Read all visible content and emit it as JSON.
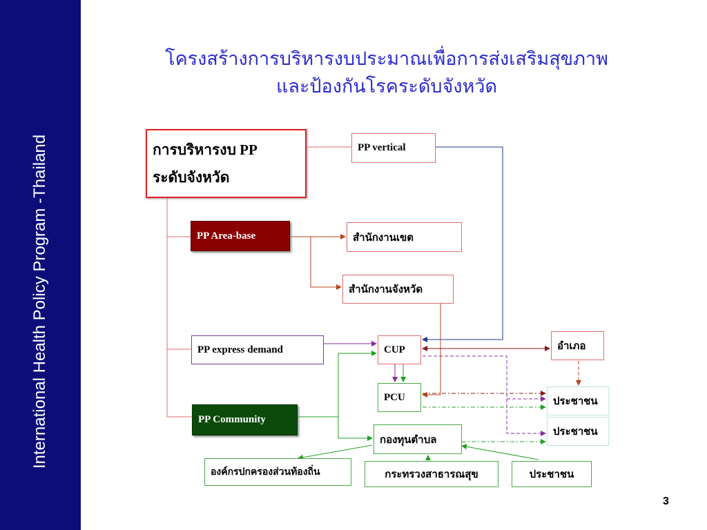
{
  "sidebar": {
    "text": "International Health Policy Program -Thailand"
  },
  "title": {
    "line1": "โครงสร้างการบริหารงบประมาณเพื่อการส่งเสริมสุขภาพ",
    "line2": "และป้องกันโรคระดับจังหวัด"
  },
  "nodes": {
    "main_line1": "การบริหารงบ PP",
    "main_line2": "ระดับจังหวัด",
    "pp_vertical": "PP vertical",
    "pp_area_base": "PP Area-base",
    "regional_office": "สำนักงานเขต",
    "provincial_office": "สำนักงานจังหวัด",
    "pp_express_demand": "PP express demand",
    "cup": "CUP",
    "district": "อำเภอ",
    "pcu": "PCU",
    "people_1": "ประชาชน",
    "people_2": "ประชาชน",
    "pp_community": "PP Community",
    "tambon_fund": "กองทุนตำบล",
    "local_government": "องค์กรปกครองส่วนท้องถิ่น",
    "ministry_of_health": "กระทรวงสาธารณสุข",
    "people_3": "ประชาชน"
  },
  "colors": {
    "sidebar": "#0d0d7a",
    "title": "#2b2bd0",
    "area_base_fill": "#8b0000",
    "community_fill": "#0a4a0a",
    "red_line": "#e36b6b",
    "brown_line": "#b5451b",
    "navy_line": "#1b3a8a",
    "green_line": "#22a022",
    "purple_line": "#8a2aa0"
  },
  "page_number": "3"
}
